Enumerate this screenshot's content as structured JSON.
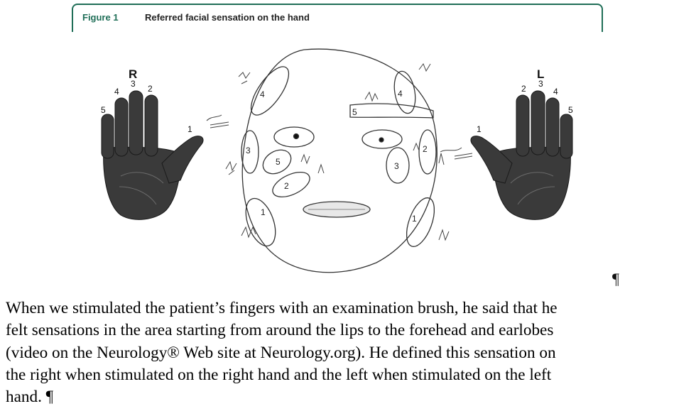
{
  "figure": {
    "label": "Figure 1",
    "title": "Referred facial sensation on the hand",
    "accent_color": "#1f6e57"
  },
  "illustration": {
    "right_hand": {
      "letter": "R",
      "finger_numbers": [
        "1",
        "2",
        "3",
        "4",
        "5"
      ]
    },
    "left_hand": {
      "letter": "L",
      "finger_numbers": [
        "1",
        "2",
        "3",
        "4",
        "5"
      ]
    },
    "face_zones": [
      "4",
      "5",
      "3",
      "5",
      "2",
      "1",
      "4",
      "2",
      "3",
      "1"
    ]
  },
  "paragraph_mark": "¶",
  "body": {
    "lines": [
      "When we stimulated the patient’s fingers with an examination brush, he said that he",
      "felt sensations in the area starting from around the lips to the forehead and earlobes",
      "(video on the Neurology® Web site at Neurology.org). He defined this sensation on",
      "the right when stimulated on the right hand and the left when stimulated on the left",
      "hand. ¶"
    ]
  }
}
